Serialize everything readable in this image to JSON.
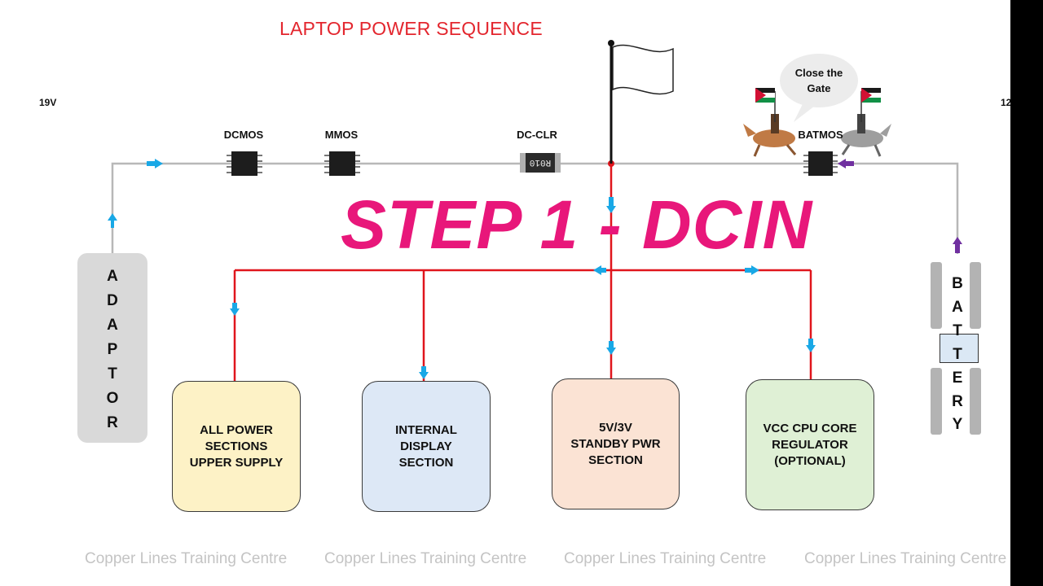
{
  "diagram": {
    "title": "LAPTOP POWER SEQUENCE",
    "step_heading": "STEP 1 - DCIN",
    "voltage_left": "19V",
    "voltage_right": "12",
    "chips": {
      "dcmos": "DCMOS",
      "mmos": "MMOS",
      "dcclr": "DC-CLR",
      "batmos": "BATMOS"
    },
    "resistor_marking": "R010",
    "adaptor_letters": [
      "A",
      "D",
      "A",
      "P",
      "T",
      "O",
      "R"
    ],
    "battery_letters": [
      "B",
      "A",
      "T",
      "T",
      "E",
      "R",
      "Y"
    ],
    "bubble_text": "Close the\nGate",
    "sections": [
      {
        "label": "ALL POWER\nSECTIONS\nUPPER SUPPLY",
        "fill": "#fdf2c6"
      },
      {
        "label": "INTERNAL\nDISPLAY\nSECTION",
        "fill": "#dde8f6"
      },
      {
        "label": "5V/3V\nSTANDBY PWR\nSECTION",
        "fill": "#fbe3d4"
      },
      {
        "label": "VCC CPU CORE\nREGULATOR\n(OPTIONAL)",
        "fill": "#dff0d5"
      }
    ],
    "watermark": "Copper Lines Training Centre",
    "colors": {
      "title": "#e3262e",
      "heading": "#e8177a",
      "power_line": "#e0151c",
      "idle_line": "#b8b8b8",
      "arrow_blue": "#19a8e6",
      "arrow_purple": "#7030a0"
    }
  }
}
